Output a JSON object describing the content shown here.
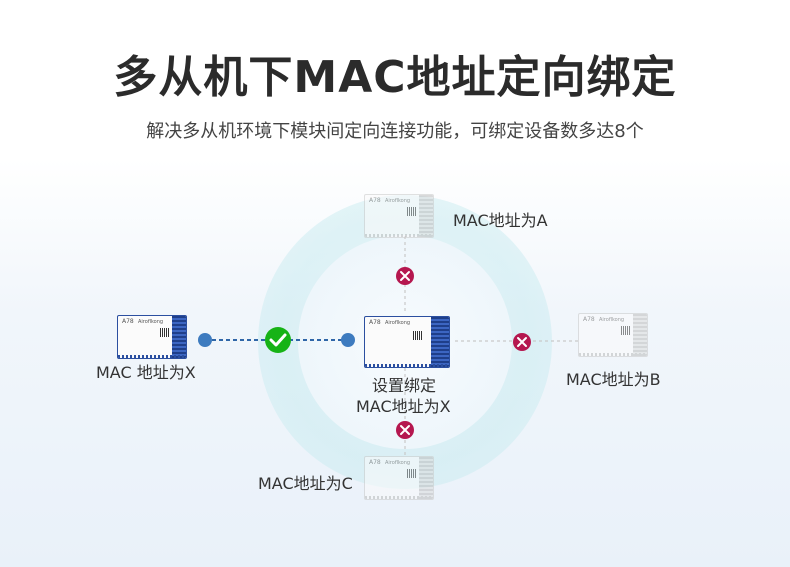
{
  "header": {
    "title": "多从机下MAC地址定向绑定",
    "subtitle": "解决多从机环境下模块间定向连接功能，可绑定设备数多达8个"
  },
  "module_print": {
    "model": "A78",
    "brand": "Airoflkong"
  },
  "nodes": {
    "top_label": "MAC地址为A",
    "right_label": "MAC地址为B",
    "bottom_label": "MAC地址为C",
    "left_label": "MAC 地址为X",
    "center_label_line1": "设置绑定",
    "center_label_line2": "MAC地址为X"
  },
  "colors": {
    "blocked": "#b5174f",
    "connected": "#16b316",
    "endpoint": "#3d7bbf",
    "dash": "#2f66a8"
  },
  "icons": {
    "blocked": "x-circle-icon",
    "connected": "check-circle-icon"
  }
}
